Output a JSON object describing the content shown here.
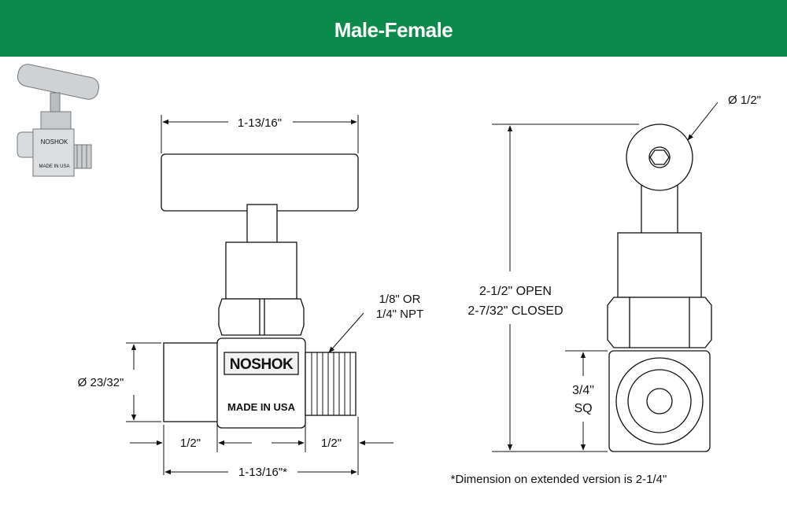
{
  "banner": {
    "title": "Male-Female",
    "color": "#0a8a4b"
  },
  "brand_mark": {
    "logo_text": "NOSHOK",
    "stamp_text": "MADE IN USA",
    "photo_stamp_text": "MADE IN USA"
  },
  "front_view": {
    "top_width": "1-13/16\"",
    "port_label_line1": "1/8\" OR",
    "port_label_line2": "1/4\" NPT",
    "body_diameter": "Ø 23/32\"",
    "left_length": "1/2\"",
    "right_length": "1/2\"",
    "overall_length": "1-13/16\"*"
  },
  "side_view": {
    "handle_diameter": "Ø 1/2\"",
    "height_open": "2-1/2\" OPEN",
    "height_closed": "2-7/32\" CLOSED",
    "square_size_line1": "3/4\"",
    "square_size_line2": "SQ"
  },
  "footnote": "*Dimension on extended version is 2-1/4\""
}
